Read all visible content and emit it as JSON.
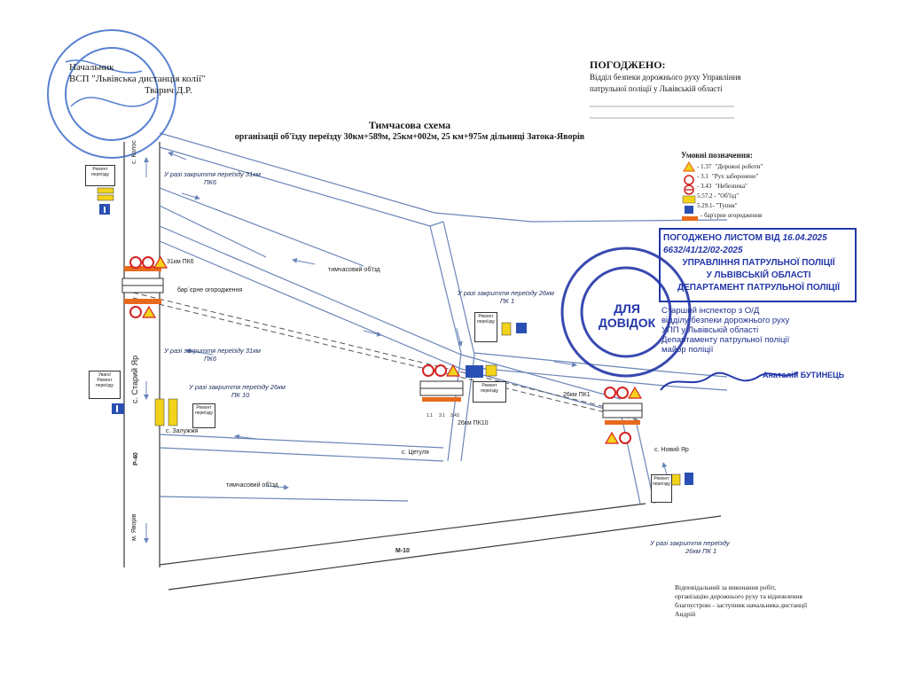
{
  "header_left": {
    "role": "Начальник",
    "org": "ВСП \"Львівська дистанція колії\"",
    "name": "Тварич Д.Р."
  },
  "approved": {
    "title": "ПОГОДЖЕНО:",
    "line1": "Відділ безпеки дорожнього руху Управління",
    "line2": "патрульної поліції у Львівській області"
  },
  "title": "Тимчасова схема",
  "subtitle": "організації об'їзду переїзду 30км+589м, 25км+002м, 25 км+975м дільниці Затока-Яворів",
  "legend": {
    "title": "Умовні позначення:",
    "items": [
      {
        "code": "- 1.37",
        "text": "\"Дорожні роботи\"",
        "icon": "warning-triangle-icon"
      },
      {
        "code": "- 3.1",
        "text": "\"Рух заборонено\"",
        "icon": "no-entry-circle-icon"
      },
      {
        "code": "- 3.43",
        "text": "\"Небезпека\"",
        "icon": "danger-sign-icon"
      },
      {
        "code": "",
        "text": "5.57.2 - \"Об'їзд\"",
        "icon": "detour-sign-icon"
      },
      {
        "code": "",
        "text": "5.29.1- \"Тупик\"",
        "icon": "dead-end-sign-icon"
      },
      {
        "code": "",
        "text": "- бар'єрне огородження",
        "icon": "barrier-icon"
      }
    ]
  },
  "map": {
    "detour_labels": [
      "тимчасовий об'їзд",
      "тимчасовий об'їзд"
    ],
    "barrier_label": "бар`єрне огородження",
    "crossings": {
      "c31": "31км ПК6",
      "c26_10": "26км ПК10",
      "c26_1": "26км ПК1"
    },
    "closure_notes": [
      {
        "l1": "У разі закриття переїзду 31км",
        "l2": "ПК6"
      },
      {
        "l1": "У разі закриття переїзду 31км",
        "l2": "ПК6"
      },
      {
        "l1": "У разі закриття переїзду 26км",
        "l2": "ПК 10"
      },
      {
        "l1": "У разі закриття переїзду 26км",
        "l2": "ПК 1"
      },
      {
        "l1": "У разі закриття переїзду",
        "l2": "26км ПК 1"
      }
    ],
    "villages": {
      "kolos": "с. Колос",
      "stary_yar": "с. Старий Яр",
      "zaluzhzhia": "с. Залужжя",
      "tsetulia": "с. Цетуля",
      "novyi_yar": "с. Новий Яр",
      "yavoriv": "м. Яворів"
    },
    "roads": {
      "p40": "Р-40",
      "m10": "М-10"
    },
    "plates": {
      "uvaga": "Увага! Ремонт переїзду",
      "remont": "Ремонт переїзду"
    },
    "sign_codes": [
      "1.1",
      "3.1",
      "3.43"
    ]
  },
  "stamp_approved": {
    "line1": "ПОГОДЖЕНО ЛИСТОМ ВІД",
    "date": "16.04.2025",
    "number": "6632/41/12/02-2025",
    "org1": "УПРАВЛІННЯ ПАТРУЛЬНОЇ ПОЛІЦІЇ",
    "org2": "У ЛЬВІВСЬКІЙ ОБЛАСТІ",
    "org3": "ДЕПАРТАМЕНТ ПАТРУЛЬНОЇ ПОЛІЦІЇ"
  },
  "stamp_round": {
    "center": "ДЛЯ ДОВІДОК"
  },
  "signatory": {
    "l1": "Старший інспектор з О/Д",
    "l2": "відділу безпеки дорожнього руху",
    "l3": "УПП у Львівській області",
    "l4": "Департаменту патрульної поліції",
    "l5": "майор поліції",
    "name": "Анатолій БУТИНЕЦЬ"
  },
  "footer": {
    "l1": "Відповідальний за виконання робіт,",
    "l2": "організацію дорожнього руху та відновлення",
    "l3": "благоустрою - заступник начальника дистанції",
    "l4": "Андрій"
  },
  "colors": {
    "road": "#6a86b8",
    "stamp_blue": "#2336a8",
    "warning_orange": "#e86a1c",
    "sign_red": "#d42222",
    "sign_yellow": "#f2d21b"
  }
}
